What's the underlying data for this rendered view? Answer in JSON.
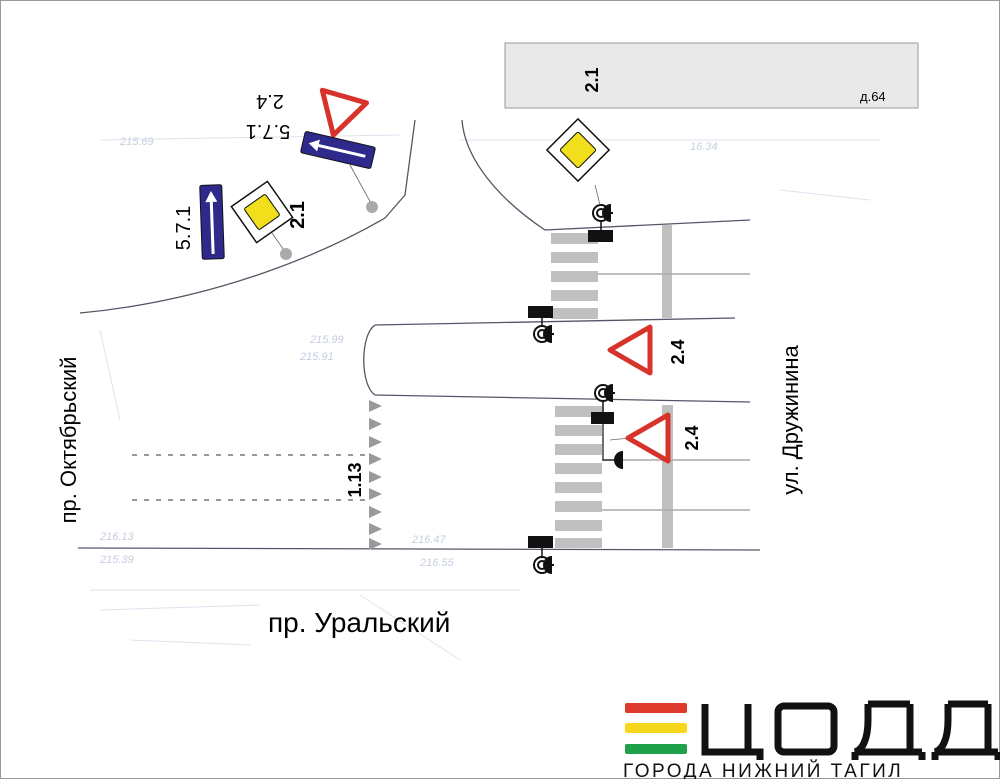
{
  "streets": {
    "oktyabrsky": "пр. Октябрьский",
    "druzhinina": "ул. Дружинина",
    "uralsky": "пр. Уральский"
  },
  "building": {
    "label": "д.64",
    "sign_code": "2.1"
  },
  "signs": {
    "s2_4_top_left": "2.4",
    "s5_7_1_top_left": "5.7.1",
    "s5_7_1_left": "5.7.1",
    "s2_1_left": "2.1",
    "s2_1_right": "2.1",
    "s2_4_median": "2.4",
    "s2_4_bottom": "2.4"
  },
  "marking": {
    "code": "1.13"
  },
  "survey_marks": [
    "215.69",
    "16.34",
    "215.99",
    "215.91",
    "216.13",
    "215.39",
    "216.47",
    "216.55"
  ],
  "logo": {
    "title": "ЦОДД",
    "subtitle": "ГОРОДА НИЖНИЙ ТАГИЛ",
    "colors": [
      "#e03a2c",
      "#f5d81c",
      "#1fa04a"
    ]
  },
  "colors": {
    "sign_blue": "#2e2a8c",
    "sign_red": "#d8332a",
    "sign_yellow": "#f2df1b",
    "marking_gray": "#c0c0c0"
  }
}
